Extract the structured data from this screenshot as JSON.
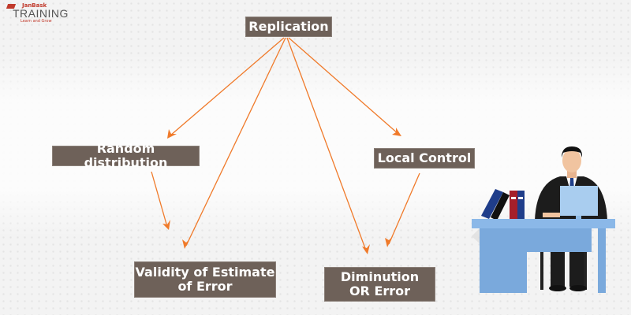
{
  "logo": {
    "brand": "JanBask",
    "name": "TRAINING",
    "tagline": "Learn and Grow",
    "accent_color": "#c0392b"
  },
  "diagram": {
    "nodes": {
      "replication": "Replication",
      "random_distribution": "Random distribution",
      "local_control": "Local Control",
      "validity": "Validity of Estimate of Error",
      "validity_line1": "Validity of Estimate",
      "validity_line2": "of Error",
      "diminution_line1": "Diminution",
      "diminution_line2": "OR Error"
    },
    "edges": [
      {
        "from": "Replication",
        "to": "Random distribution"
      },
      {
        "from": "Replication",
        "to": "Validity of Estimate of Error"
      },
      {
        "from": "Replication",
        "to": "Diminution OR Error"
      },
      {
        "from": "Replication",
        "to": "Local Control"
      },
      {
        "from": "Random distribution",
        "to": "Validity of Estimate of Error"
      },
      {
        "from": "Local Control",
        "to": "Diminution OR Error"
      }
    ],
    "colors": {
      "node_fill": "#6e6159",
      "node_text": "#ffffff",
      "arrow": "#f07a2a",
      "desk": "#8bb8e8"
    }
  },
  "illustration": "businessman-at-desk"
}
